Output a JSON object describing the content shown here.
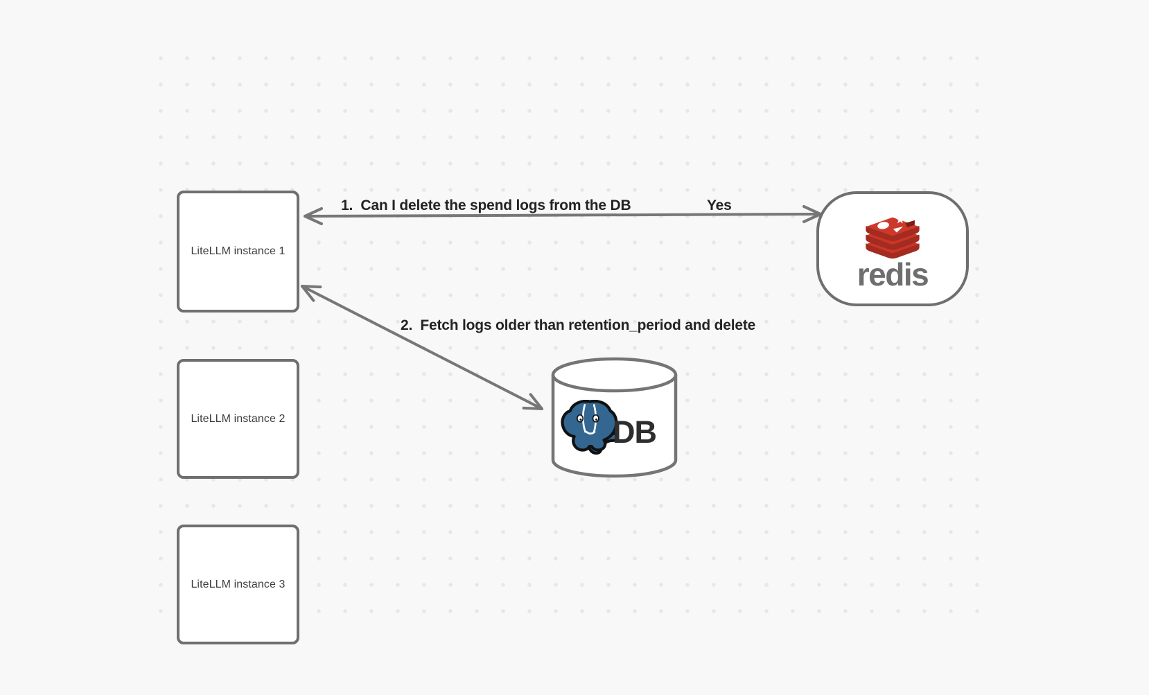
{
  "diagram": {
    "instances": [
      {
        "label": "LiteLLM instance 1"
      },
      {
        "label": "LiteLLM instance 2"
      },
      {
        "label": "LiteLLM instance 3"
      }
    ],
    "redis": {
      "wordmark": "redis",
      "logo_icon": "redis-cube-logo"
    },
    "db": {
      "label": "DB",
      "logo_icon": "postgresql-elephant-logo"
    },
    "arrows": [
      {
        "question_label": "1.  Can I delete the spend logs from the DB",
        "answer_label": "Yes"
      },
      {
        "label": "2.  Fetch logs older than retention_period and delete"
      }
    ],
    "colors": {
      "background": "#f8f8f8",
      "grid_dot": "#e7e7e7",
      "shape_border": "#6f6f6f",
      "arrow": "#777777",
      "label_text": "#232323",
      "node_text": "#3d3d3d",
      "redis_red_top": "#c93528",
      "redis_red_side": "#a32b20",
      "redis_wordmark": "#6e6e6e",
      "postgres_blue": "#336791",
      "db_text": "#2e2e2e"
    }
  }
}
